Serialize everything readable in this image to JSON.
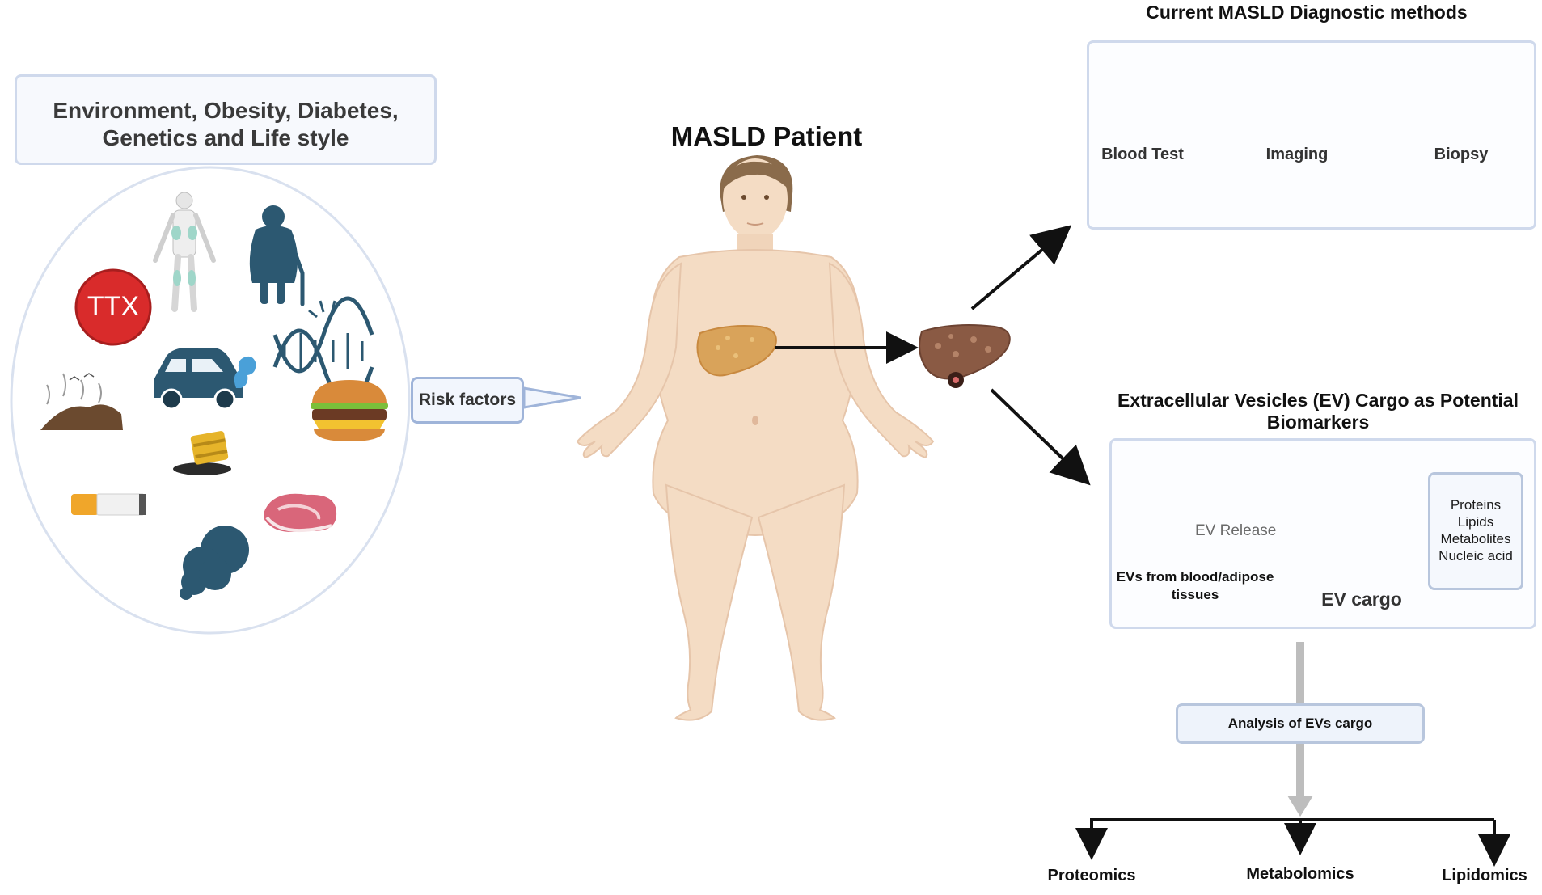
{
  "risk_box": {
    "line1": "Environment, Obesity, Diabetes,",
    "line2": "Genetics and Life style"
  },
  "ttx_label": "TTX",
  "risk_factors_label": "Risk factors",
  "patient_title": "MASLD Patient",
  "diagnostics": {
    "title": "Current MASLD Diagnostic methods",
    "methods": [
      "Blood Test",
      "Imaging",
      "Biopsy"
    ]
  },
  "ev": {
    "title_line1": "Extracellular Vesicles (EV) Cargo as Potential",
    "title_line2": "Biomarkers",
    "release_label": "EV Release",
    "source_line1": "EVs from blood/adipose",
    "source_line2": "tissues",
    "cargo_label": "EV cargo",
    "cargo_types": [
      "Proteins",
      "Lipids",
      "Metabolites",
      "Nucleic acid"
    ]
  },
  "analysis_label": "Analysis of EVs cargo",
  "omics": [
    "Proteomics",
    "Metabolomics",
    "Lipidomics"
  ],
  "colors": {
    "box_border": "#cfd9ec",
    "box_fill": "#f7f9fd",
    "skin": "#f4dcc4",
    "liver_healthy": "#d9a35a",
    "liver_disease": "#8a5a44",
    "ttx_red": "#d92b2b",
    "icon_blue": "#2c5871",
    "arrow_grey": "#bdbdbd"
  }
}
